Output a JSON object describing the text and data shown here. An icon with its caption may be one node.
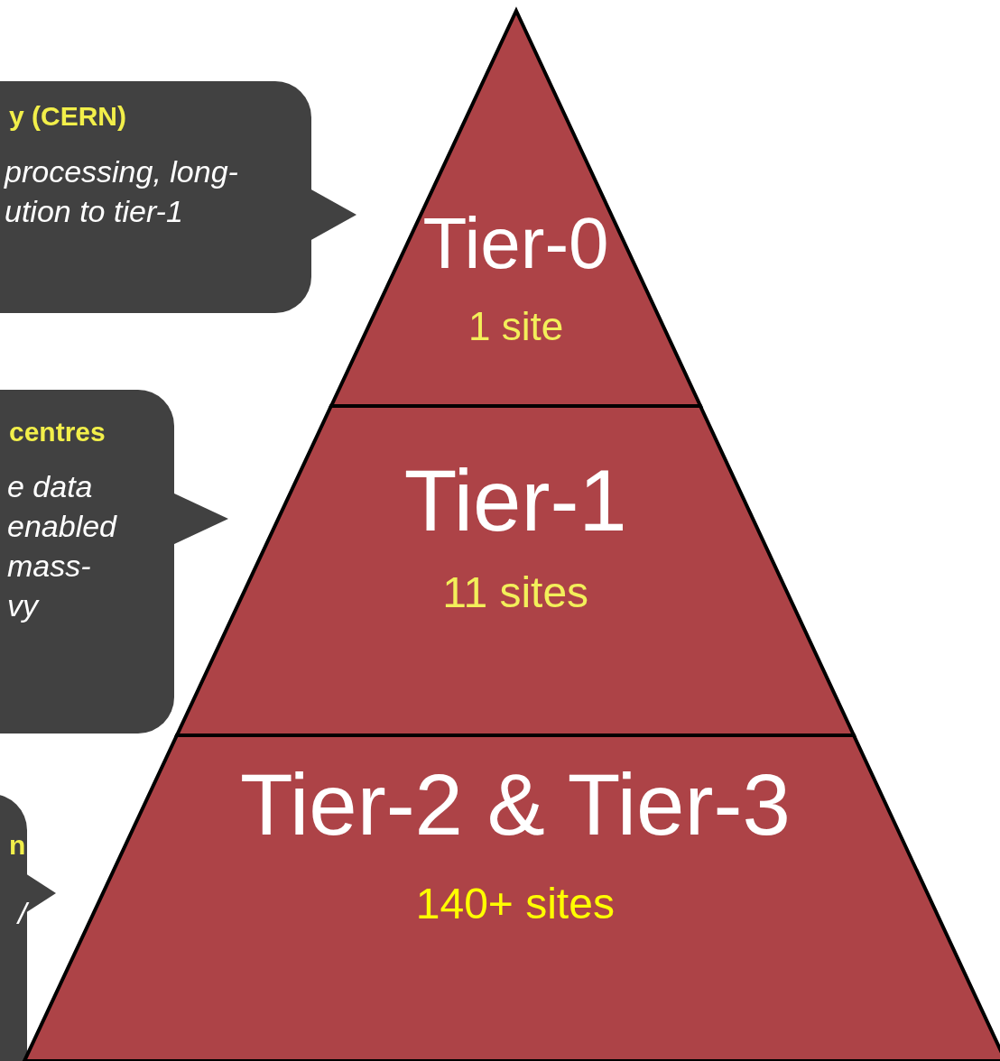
{
  "diagram": {
    "nodes": [
      {
        "text": [
          "y (CERN)",
          "processing, long- ution to tier-1"
        ]
      },
      {
        "text": [
          "centres",
          "e data enabled mass- vy"
        ]
      },
      {
        "text": [
          "n",
          "/"
        ]
      },
      {
        "text": [
          "Tier-0",
          "1 site"
        ]
      },
      {
        "text": [
          "Tier-1",
          "11 sites"
        ]
      },
      {
        "text": [
          "Tier-2 & Tier-3",
          "140+ sites"
        ]
      }
    ]
  }
}
